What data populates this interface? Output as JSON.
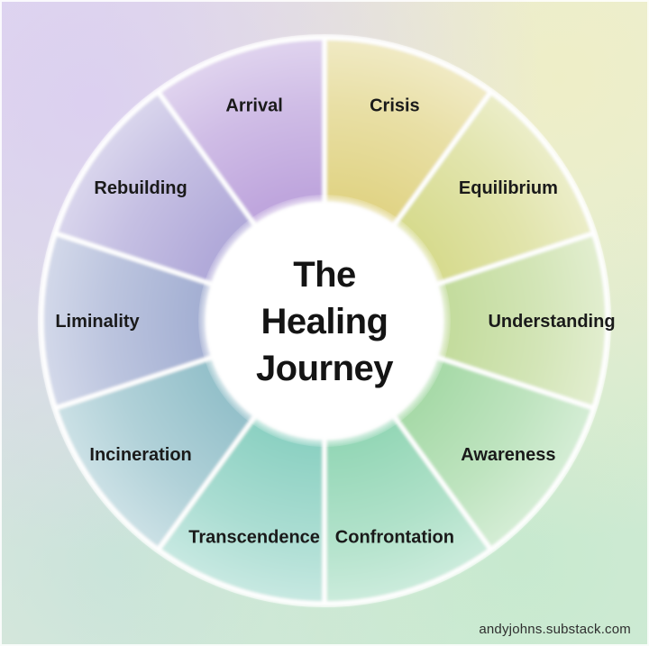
{
  "page": {
    "footer": "andyjohns.substack.com"
  },
  "chart_data": {
    "type": "pie",
    "title": "The Healing Journey",
    "center_label": "The Healing Journey",
    "direction": "clockwise",
    "start_angle_deg": 0,
    "segment_angle_deg": 36,
    "legend_position": "none",
    "segments": [
      {
        "label": "Crisis",
        "color": "#e0d383"
      },
      {
        "label": "Equilibrium",
        "color": "#d6da8c"
      },
      {
        "label": "Understanding",
        "color": "#c2db9b"
      },
      {
        "label": "Awareness",
        "color": "#a5d9a6"
      },
      {
        "label": "Confrontation",
        "color": "#92d6b5"
      },
      {
        "label": "Transcendence",
        "color": "#8ad0c1"
      },
      {
        "label": "Incineration",
        "color": "#92bfc9"
      },
      {
        "label": "Liminality",
        "color": "#a2aed2"
      },
      {
        "label": "Rebuilding",
        "color": "#afa7d8"
      },
      {
        "label": "Arrival",
        "color": "#bda3dc"
      }
    ],
    "annotations": [
      "andyjohns.substack.com"
    ]
  }
}
